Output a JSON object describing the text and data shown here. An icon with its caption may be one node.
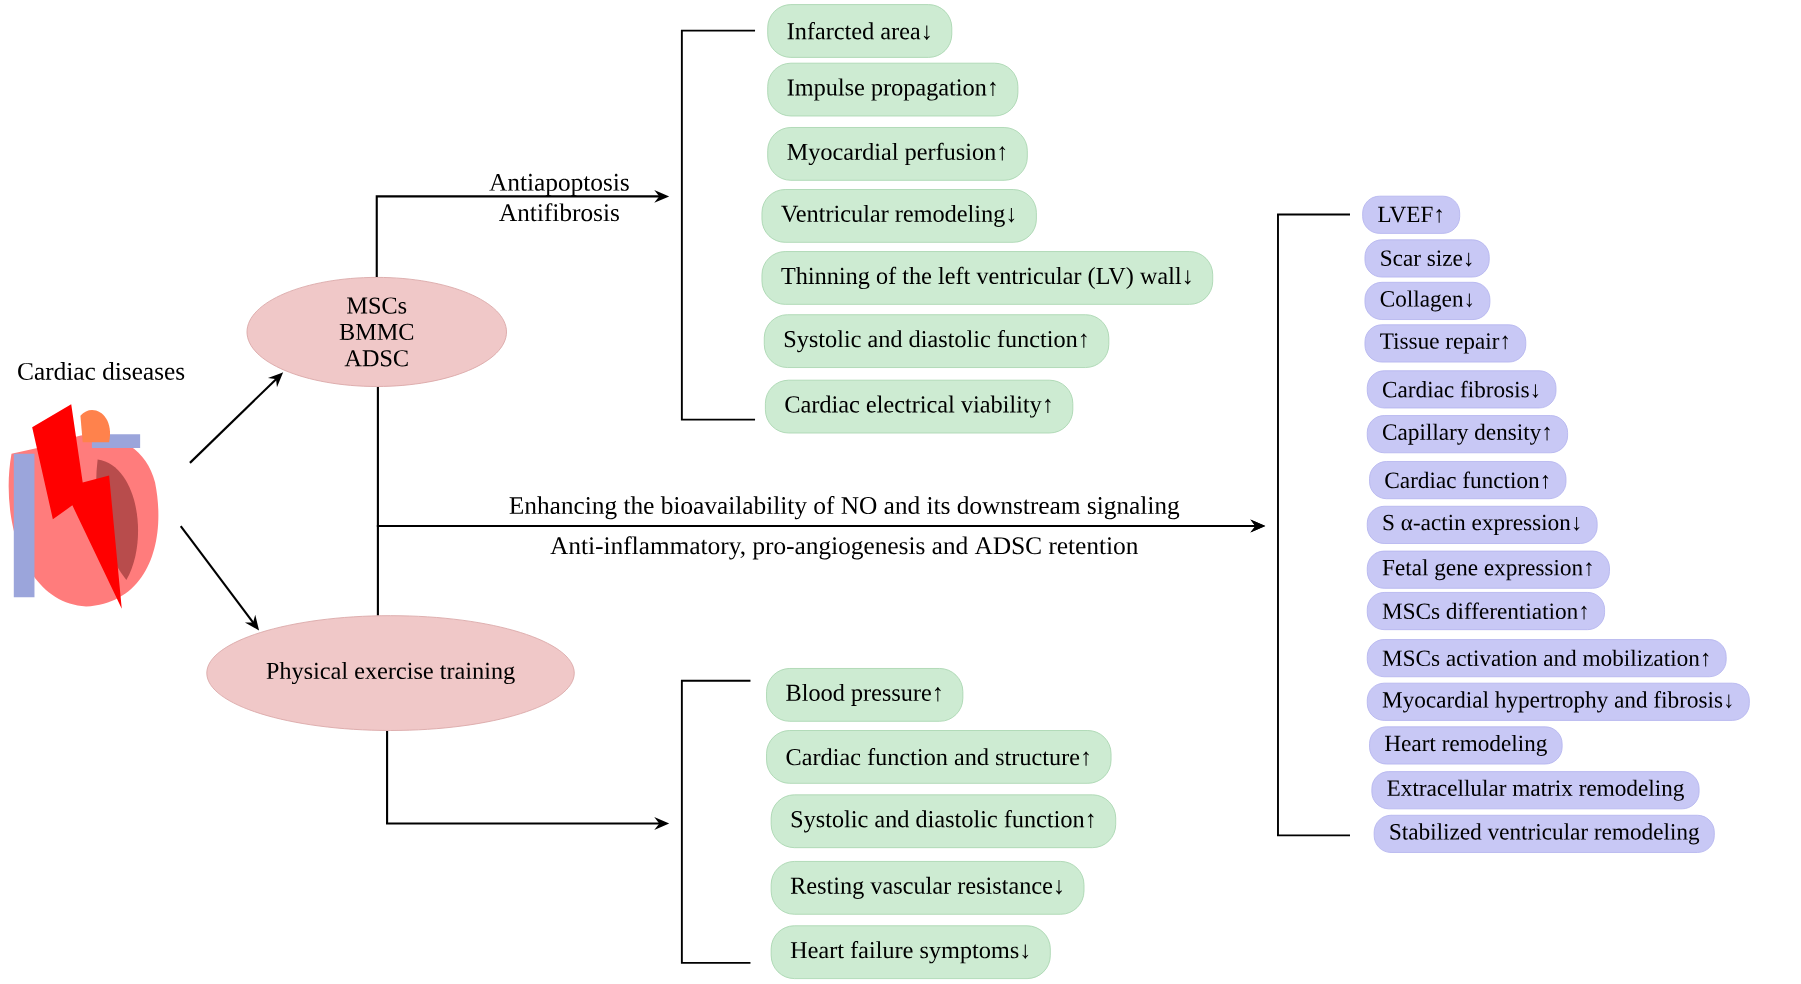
{
  "diagram": {
    "nodes": [
      {
        "text": [],
        "shape": "picture",
        "beside": [
          "Cardiac diseases"
        ]
      },
      {
        "text": [
          "MSCs",
          "BMMC",
          "ADSC"
        ]
      },
      {
        "text": [
          "Physical exercise training"
        ]
      },
      {
        "text": [
          "Infarcted area↓"
        ]
      },
      {
        "text": [
          "Impulse propagation↑"
        ]
      },
      {
        "text": [
          "Myocardial perfusion↑"
        ]
      },
      {
        "text": [
          "Ventricular remodeling↓"
        ]
      },
      {
        "text": [
          "Thinning of the left ventricular (LV) wall↓"
        ]
      },
      {
        "text": [
          "Systolic and diastolic function↑"
        ]
      },
      {
        "text": [
          "Cardiac electrical viability↑"
        ]
      },
      {
        "text": [
          "Blood pressure↑"
        ]
      },
      {
        "text": [
          "Cardiac function and structure↑"
        ]
      },
      {
        "text": [
          "Systolic and diastolic function↑"
        ]
      },
      {
        "text": [
          "Resting vascular resistance↓"
        ]
      },
      {
        "text": [
          "Heart failure symptoms↓"
        ]
      },
      {
        "text": [
          "LVEF↑"
        ]
      },
      {
        "text": [
          "Scar size↓"
        ]
      },
      {
        "text": [
          "Collagen↓"
        ]
      },
      {
        "text": [
          "Tissue repair↑"
        ]
      },
      {
        "text": [
          "Cardiac fibrosis↓"
        ]
      },
      {
        "text": [
          "Capillary density↑"
        ]
      },
      {
        "text": [
          "Cardiac function↑"
        ]
      },
      {
        "text": [
          "S α-actin expression↓"
        ]
      },
      {
        "text": [
          "Fetal gene expression↑"
        ]
      },
      {
        "text": [
          "MSCs differentiation↑"
        ]
      },
      {
        "text": [
          "MSCs activation and mobilization↑"
        ]
      },
      {
        "text": [
          "Myocardial hypertrophy and fibrosis↓"
        ]
      },
      {
        "text": [
          "Heart remodeling"
        ]
      },
      {
        "text": [
          "Extracellular matrix remodeling"
        ]
      },
      {
        "text": [
          "Stabilized ventricular remodeling"
        ]
      },
      {
        "text": [],
        "shape": "bracket"
      },
      {
        "text": [],
        "shape": "bracket"
      },
      {
        "text": [],
        "shape": "bracket"
      }
    ],
    "edges": [
      {
        "from": 0,
        "to": 1,
        "arrow": "to"
      },
      {
        "from": 0,
        "to": 2,
        "arrow": "to"
      },
      {
        "from": 1,
        "to": 30,
        "arrow": "to",
        "label": "Antiapoptosis Antifibrosis"
      },
      {
        "from": 1,
        "to": 32,
        "arrow": "to",
        "label": "Enhancing the bioavailability of NO and its downstream signaling"
      },
      {
        "from": 2,
        "to": 32,
        "arrow": "to",
        "label": "Anti-inflammatory, pro-angiogenesis and ADSC retention"
      },
      {
        "from": 2,
        "to": 31,
        "arrow": "to"
      }
    ]
  }
}
